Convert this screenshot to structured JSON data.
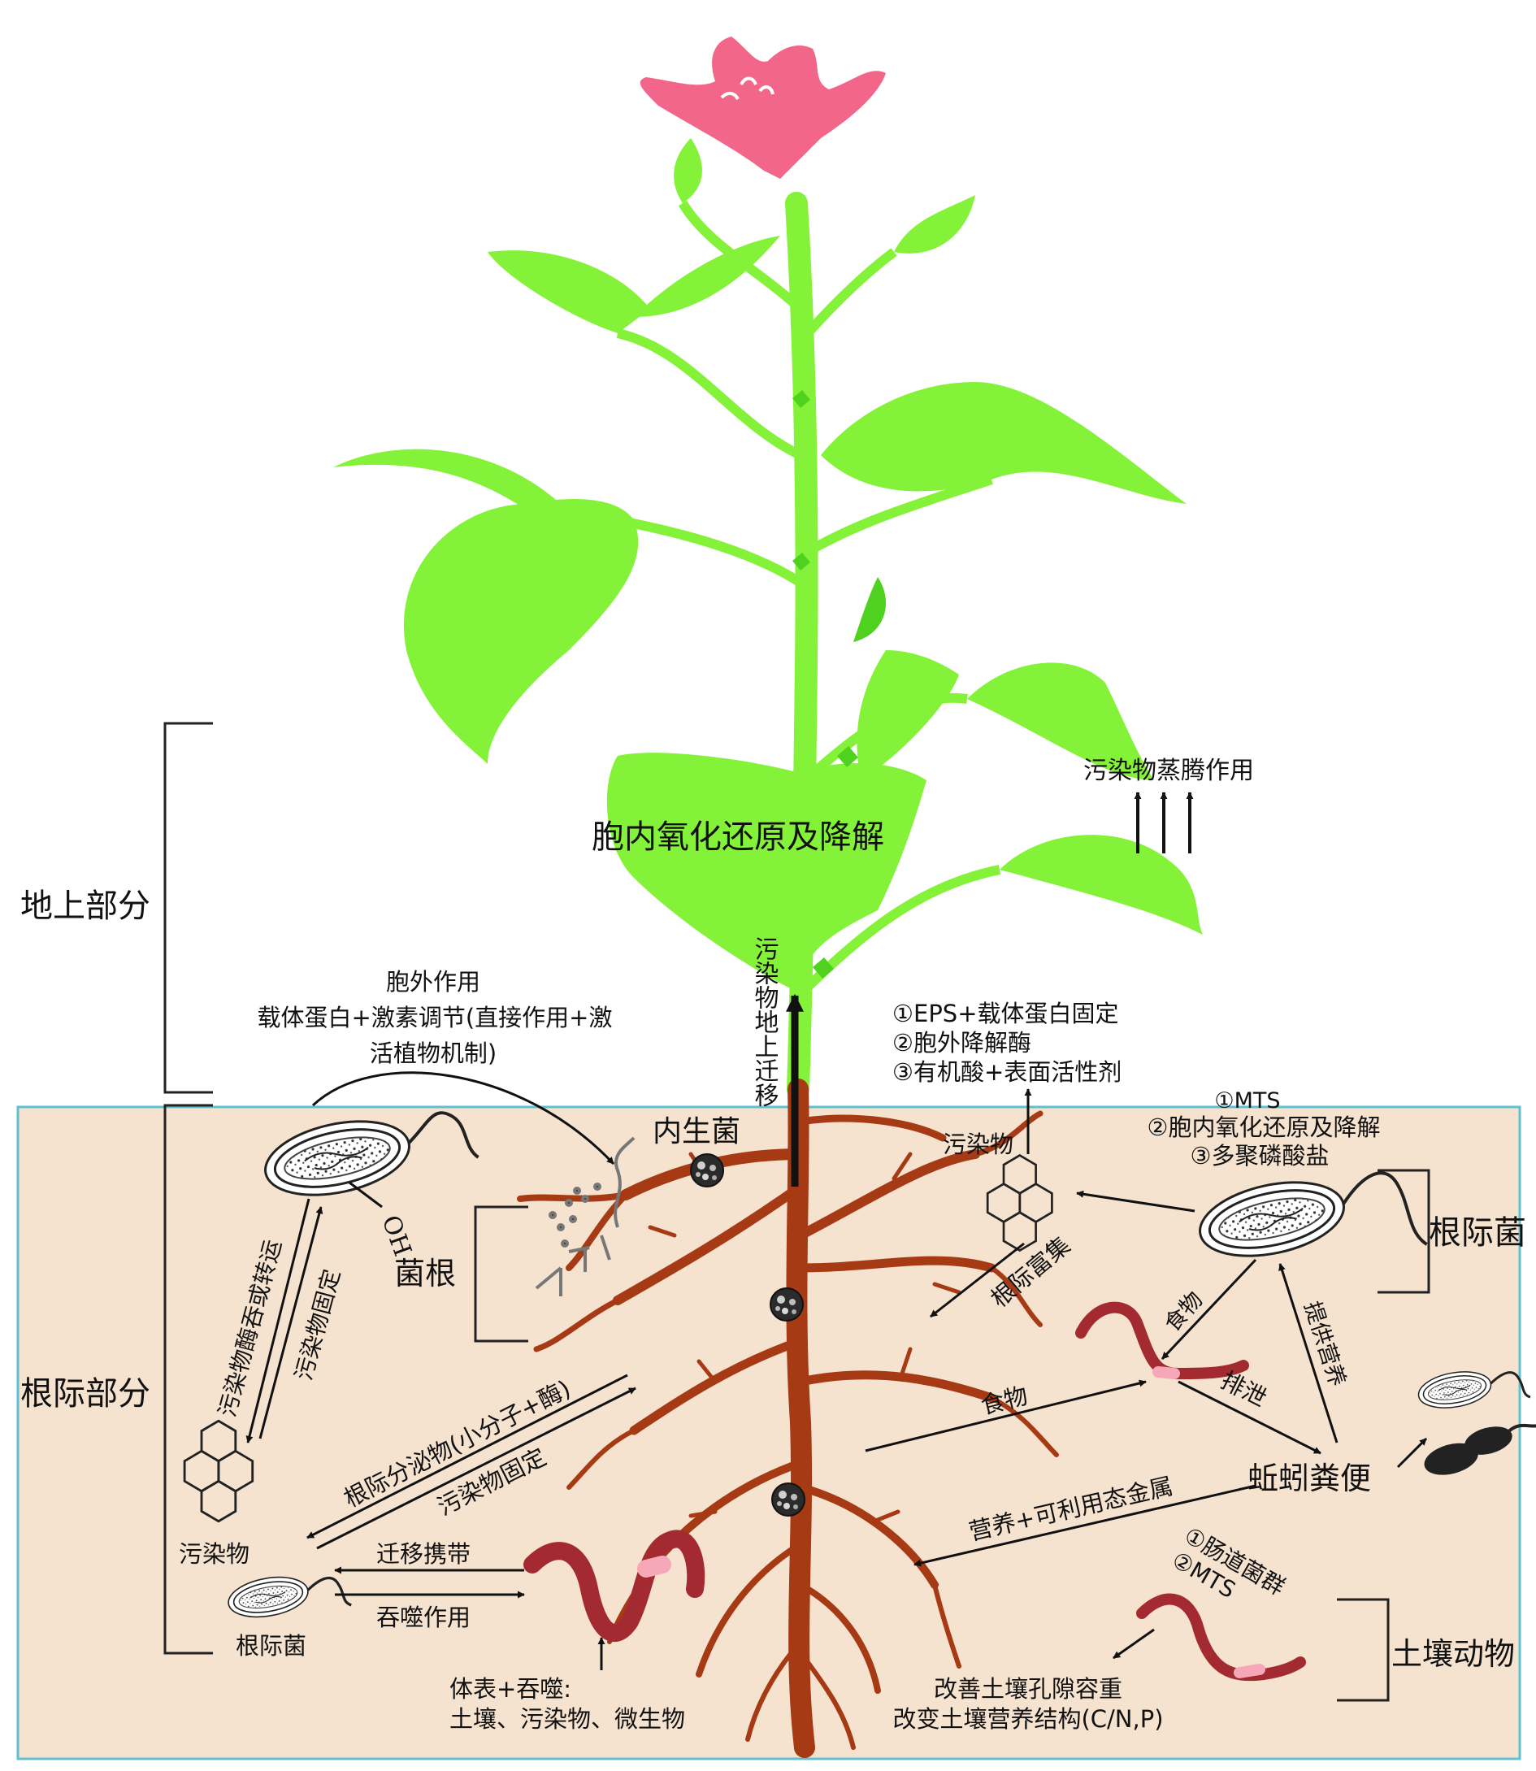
{
  "labels": {
    "above_ground": "地上部分",
    "rhizosphere": "根际部分",
    "intracellular_redox": "胞内氧化还原及降解",
    "volatilization": "污染物蒸腾作用",
    "translocation": "污染物地上迁移",
    "extracellular_title": "胞外作用",
    "extracellular_line1": "载体蛋白+激素调节(直接作用+激",
    "extracellular_line2": "活植物机制)",
    "endophyte": "内生菌",
    "mycorrhiza": "菌根",
    "oh": "OH",
    "eps_line1": "①EPS+载体蛋白固定",
    "eps_line2": "②胞外降解酶",
    "eps_line3": "③有机酸+表面活性剂",
    "pollutant_mid": "污染物",
    "mts_line1": "①MTS",
    "mts_line2": "②胞内氧化还原及降解",
    "mts_line3": "③多聚磷酸盐",
    "rhizo_bacteria_right": "根际菌",
    "rhizo_enrichment": "根际富集",
    "food_1": "食物",
    "food_2": "食物",
    "excretion": "排泄",
    "provide_nutrients": "提供营养",
    "earthworm_feces": "蚯蚓粪便",
    "nutrients_metal": "营养+可利用态金属",
    "enzyme_uptake": "污染物酶吞或转运",
    "pollutant_fix_left": "污染物固定",
    "root_exudates": "根际分泌物(小分子+酶)",
    "pollutant_fix_mid": "污染物固定",
    "pollutant_left": "污染物",
    "rhizo_bacteria_left": "根际菌",
    "migration_carry": "迁移携带",
    "ingestion": "吞噬作用",
    "body_surface_line1": "体表+吞噬:",
    "body_surface_line2": "土壤、污染物、微生物",
    "gut_line1": "①肠道菌群",
    "gut_line2": "②MTS",
    "soil_animal": "土壤动物",
    "improve_line1": "改善土壤孔隙容重",
    "improve_line2": "改变土壤营养结构(C/N,P)"
  },
  "colors": {
    "soil": "#f5e3cf",
    "soil_border": "#5fc0d0",
    "plant_green": "#85f23a",
    "plant_dark": "#4fd21f",
    "flower": "#f2668a",
    "root": "#a63a14",
    "worm": "#a22a30",
    "worm_band": "#f6a8b8"
  },
  "icons": {
    "bacterium": "bacterium-icon",
    "pyrene": "pyrene-molecule-icon",
    "earthworm": "earthworm-icon",
    "spore": "spore-icon"
  }
}
